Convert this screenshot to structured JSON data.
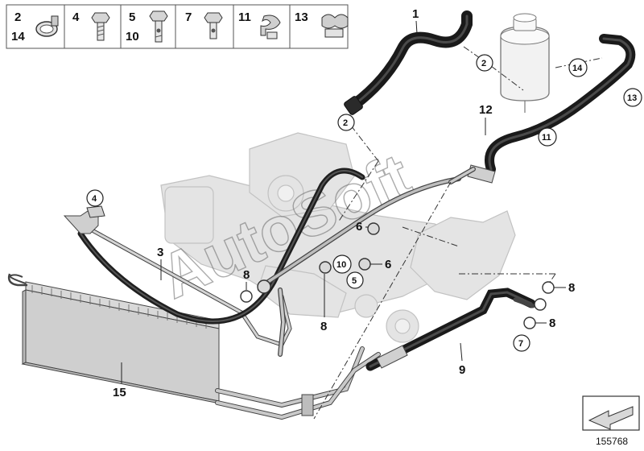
{
  "legend": [
    {
      "numbers": [
        "2",
        "14"
      ],
      "icon": "hose-clamp-icon"
    },
    {
      "numbers": [
        "4"
      ],
      "icon": "bolt-icon"
    },
    {
      "numbers": [
        "5",
        "10"
      ],
      "icon": "banjo-bolt-icon"
    },
    {
      "numbers": [
        "7"
      ],
      "icon": "banjo-bolt-short-icon"
    },
    {
      "numbers": [
        "11"
      ],
      "icon": "pipe-clip-icon"
    },
    {
      "numbers": [
        "13"
      ],
      "icon": "double-clip-icon"
    }
  ],
  "callouts": {
    "part_1": "1",
    "part_2_a": "2",
    "part_2_b": "2",
    "part_3": "3",
    "part_4": "4",
    "part_5": "5",
    "part_6_a": "6",
    "part_6_b": "6",
    "part_7": "7",
    "part_8_a": "8",
    "part_8_b": "8",
    "part_8_c": "8",
    "part_8_d": "8",
    "part_9": "9",
    "part_10": "10",
    "part_11": "11",
    "part_12": "12",
    "part_13": "13",
    "part_14": "14",
    "part_15": "15"
  },
  "watermark": "AutoSoft",
  "diagram_number": "155768",
  "colors": {
    "hose": "#2b2b2b",
    "pipe": "#bdbdbd",
    "line": "#222222",
    "ghost": "#d6d6d6"
  }
}
